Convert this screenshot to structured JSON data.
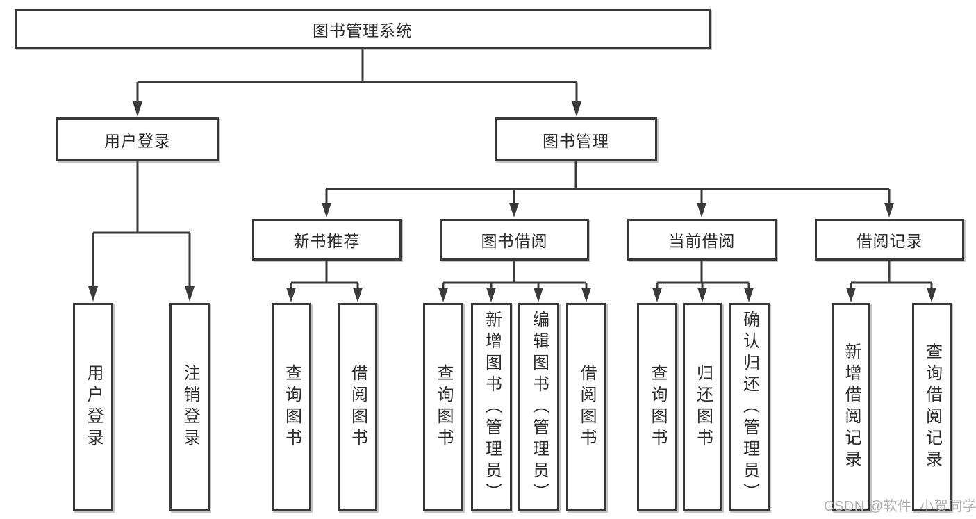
{
  "nodes": {
    "root": "图书管理系统",
    "user_login": "用户登录",
    "book_mgmt": "图书管理",
    "new_book_rec": "新书推荐",
    "book_borrow": "图书借阅",
    "current_borrow": "当前借阅",
    "borrow_records": "借阅记录",
    "leaf_user_login": "用户登录",
    "leaf_logout": "注销登录",
    "leaf_rec_query_book": "查询图书",
    "leaf_rec_borrow_book": "借阅图书",
    "leaf_bb_query_book": "查询图书",
    "leaf_bb_add_book": "新增图书（管理员）",
    "leaf_bb_edit_book": "编辑图书（管理员）",
    "leaf_bb_borrow_book": "借阅图书",
    "leaf_cb_query_book": "查询图书",
    "leaf_cb_return_book": "归还图书",
    "leaf_cb_confirm_return": "确认归还（管理员）",
    "leaf_br_add_record": "新增借阅记录",
    "leaf_br_query_record": "查询借阅记录"
  },
  "watermark": {
    "text": "CSDN @软件_小贺同学"
  },
  "colors": {
    "line": "#3a3a3a",
    "box_border": "#383838",
    "text": "#2c2c2c",
    "watermark": "#b0b0b0",
    "background": "#ffffff"
  }
}
